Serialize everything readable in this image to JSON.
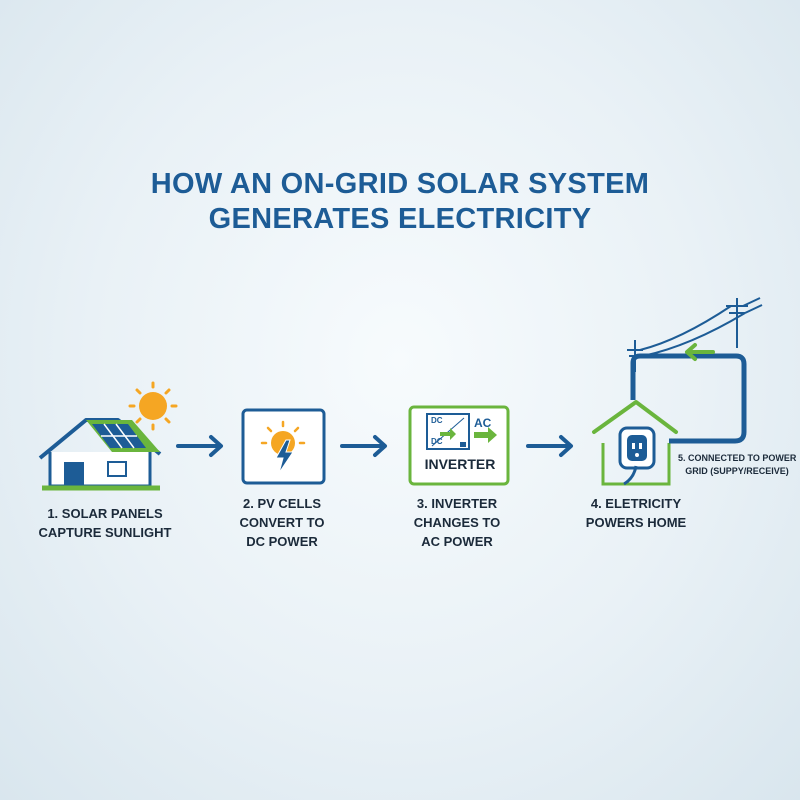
{
  "title": {
    "line1": "HOW AN ON-GRID SOLAR SYSTEM",
    "line2": "GENERATES ELECTRICITY"
  },
  "steps": [
    {
      "line1": "1. SOLAR PANELS",
      "line2": "CAPTURE SUNLIGHT",
      "icon": "house-solar-icon"
    },
    {
      "line1": "2. PV CELLS",
      "line2": "CONVERT TO",
      "line3": "DC POWER",
      "icon": "sun-bolt-icon"
    },
    {
      "line1": "3. INVERTER",
      "line2": "CHANGES TO",
      "line3": "AC POWER",
      "icon": "inverter-icon"
    },
    {
      "line1": "4. ELETRICITY",
      "line2": "POWERS HOME",
      "icon": "home-outlet-icon"
    },
    {
      "line1": "5. CONNECTED TO POWER",
      "line2": "GRID (SUPPY/RECEIVE)",
      "icon": "power-grid-icon"
    }
  ],
  "inverter": {
    "label": "INVERTER",
    "dc_top": "DC",
    "dc_bottom": "DC",
    "ac": "AC"
  },
  "colors": {
    "blue": "#1d5c96",
    "green": "#6ab53d",
    "sun": "#f5a623",
    "text": "#1b2a3a"
  }
}
